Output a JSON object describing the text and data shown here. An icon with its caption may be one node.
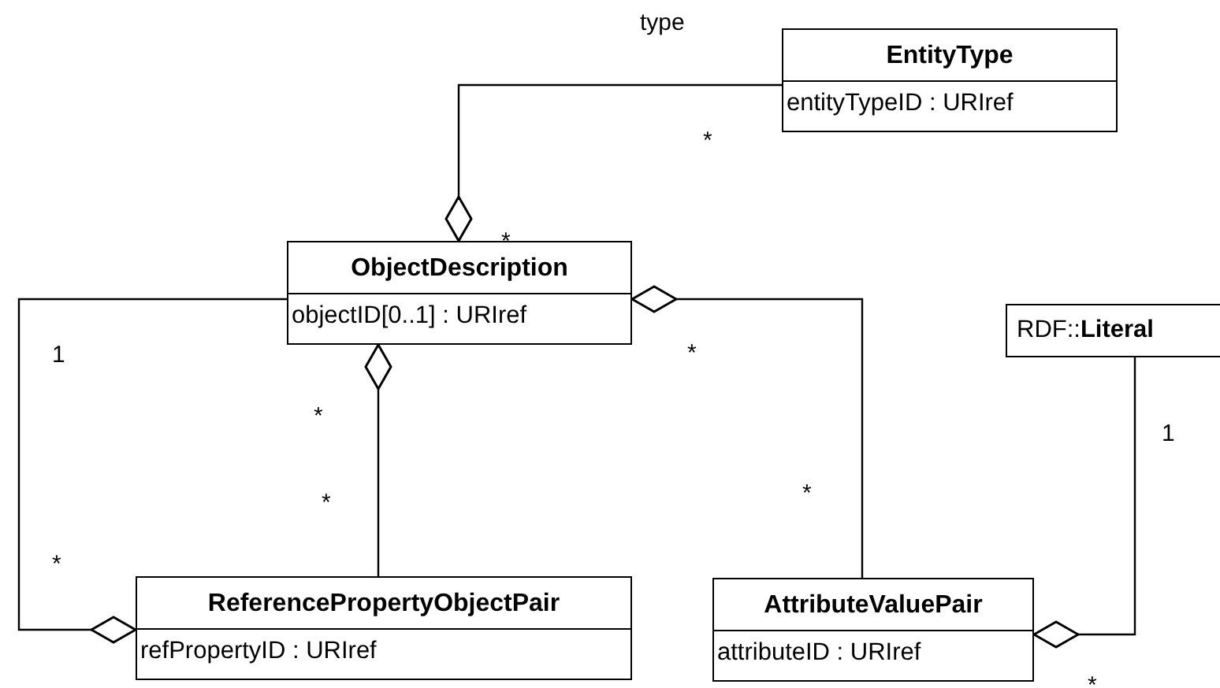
{
  "diagram": {
    "nodes": [
      {
        "text": [
          "EntityType",
          "entityTypeID : URIref"
        ]
      },
      {
        "text": [
          "ObjectDescription",
          "objectID[0..1] : URIref"
        ]
      },
      {
        "text": [
          "RDF::**Literal**"
        ]
      },
      {
        "text": [
          "ReferencePropertyObjectPair",
          "refPropertyID : URIref"
        ]
      },
      {
        "text": [
          "AttributeValuePair",
          "attributeID : URIref"
        ]
      }
    ],
    "edges": [
      {
        "from": 0,
        "to": 1,
        "arrow": "other",
        "label": "type"
      },
      {
        "from": 1,
        "to": 3,
        "arrow": "other"
      },
      {
        "from": 3,
        "to": 1,
        "arrow": "other"
      },
      {
        "from": 4,
        "to": 1,
        "arrow": "other"
      },
      {
        "from": 2,
        "to": 4,
        "arrow": "other"
      }
    ],
    "labels": [
      "*",
      "*",
      "1",
      "*",
      "*",
      "1",
      "*",
      "*",
      "*",
      "*"
    ]
  }
}
